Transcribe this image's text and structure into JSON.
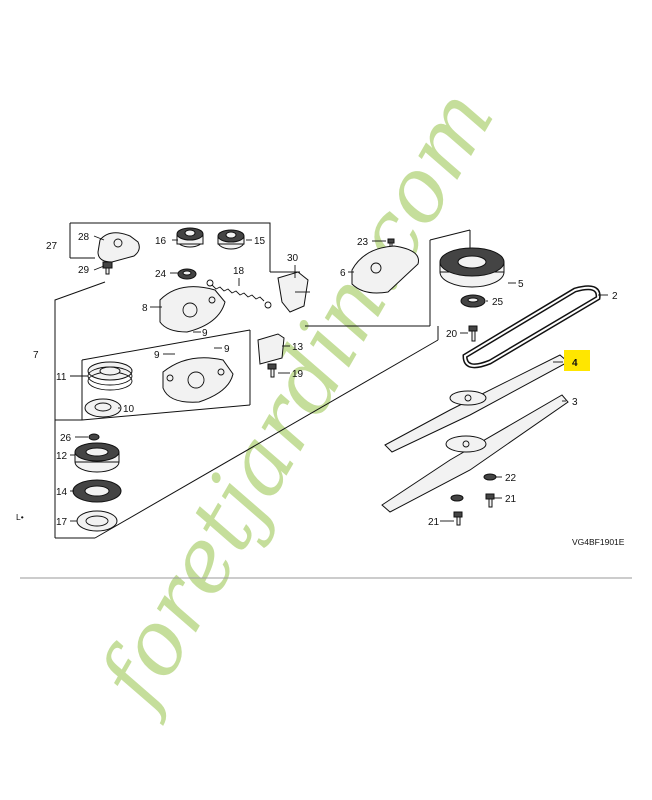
{
  "diagram": {
    "drawing_code": "VG4BF1901E",
    "highlight_color": "#ffe600",
    "highlighted_part": "4",
    "corner_mark": "L•"
  },
  "callouts": {
    "c2": "2",
    "c3": "3",
    "c4": "4",
    "c5": "5",
    "c6": "6",
    "c7": "7",
    "c8": "8",
    "c9a": "9",
    "c9b": "9",
    "c9c": "9",
    "c10": "10",
    "c11": "11",
    "c12": "12",
    "c13": "13",
    "c14": "14",
    "c15": "15",
    "c16": "16",
    "c17": "17",
    "c18": "18",
    "c19": "19",
    "c20": "20",
    "c21a": "21",
    "c21b": "21",
    "c22": "22",
    "c23": "23",
    "c24": "24",
    "c25": "25",
    "c26": "26",
    "c27": "27",
    "c28": "28",
    "c29": "29",
    "c30": "30"
  },
  "watermark": {
    "text": "foretjardin.com",
    "colors": [
      "#b9d77a",
      "#f6c37a",
      "#b9d77a",
      "#f6c37a",
      "#b9d77a",
      "#e0e0e0"
    ]
  }
}
